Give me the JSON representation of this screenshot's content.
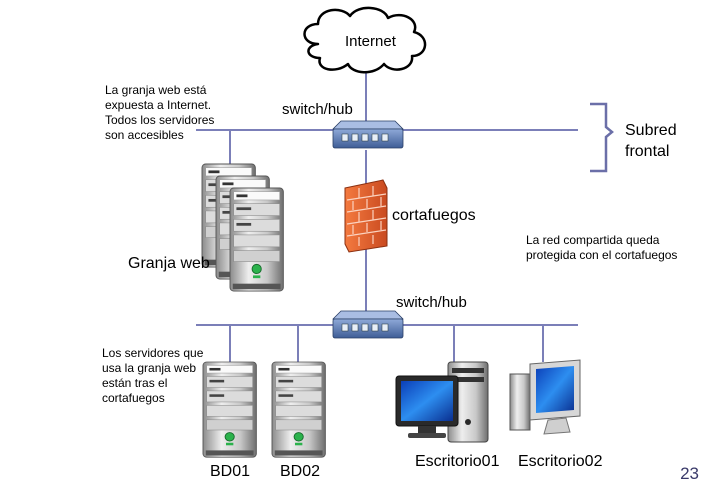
{
  "labels": {
    "internet": "Internet",
    "switch_top": "switch/hub",
    "switch_bottom": "switch/hub",
    "subnet": [
      "Subred",
      "frontal"
    ],
    "firewall": "cortafuegos",
    "web_farm": "Granja web",
    "bd01": "BD01",
    "bd02": "BD02",
    "desktop1": "Escritorio01",
    "desktop2": "Escritorio02"
  },
  "notes": {
    "web_exposed": [
      "La granja web está",
      "expuesta a Internet.",
      "Todos los servidores",
      "son accesibles"
    ],
    "shared_protected": [
      "La red compartida queda",
      "protegida con el cortafuegos"
    ],
    "servers_behind": [
      "Los servidores que",
      "usa la granja web",
      "están tras el",
      "cortafuegos"
    ]
  },
  "page_number": "23",
  "colors": {
    "wire": "#7b7fb8",
    "switch_body": "#4d6ea8",
    "firewall": "#e8643a",
    "title_text": "#6a5aa8",
    "page_number": "#3a3a6a"
  },
  "icons": [
    "cloud-icon",
    "switch-icon",
    "firewall-icon",
    "server-icon",
    "desktop-icon"
  ]
}
